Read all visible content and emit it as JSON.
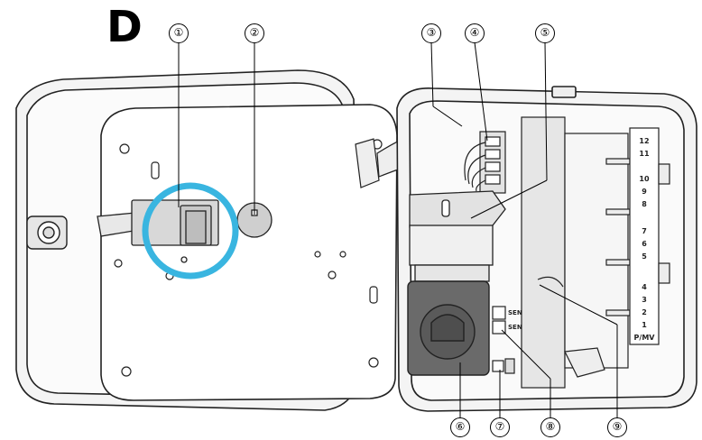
{
  "figure": {
    "panel_letter": "D",
    "callouts": [
      {
        "id": "1",
        "label": "①"
      },
      {
        "id": "2",
        "label": "②"
      },
      {
        "id": "3",
        "label": "③"
      },
      {
        "id": "4",
        "label": "④"
      },
      {
        "id": "5",
        "label": "⑤"
      },
      {
        "id": "6",
        "label": "⑥"
      },
      {
        "id": "7",
        "label": "⑦"
      },
      {
        "id": "8",
        "label": "⑧"
      },
      {
        "id": "9",
        "label": "⑨"
      }
    ],
    "terminal_labels": [
      "12",
      "11",
      "10",
      "9",
      "8",
      "7",
      "6",
      "5",
      "4",
      "3",
      "2",
      "1",
      "P/MV"
    ],
    "sensor_labels": [
      "SEN",
      "SEN"
    ],
    "colors": {
      "highlight_ring": "#39b5e0",
      "outline": "#222222",
      "housing": "#f2f2f2",
      "transformer": "#6a6a6a"
    }
  }
}
